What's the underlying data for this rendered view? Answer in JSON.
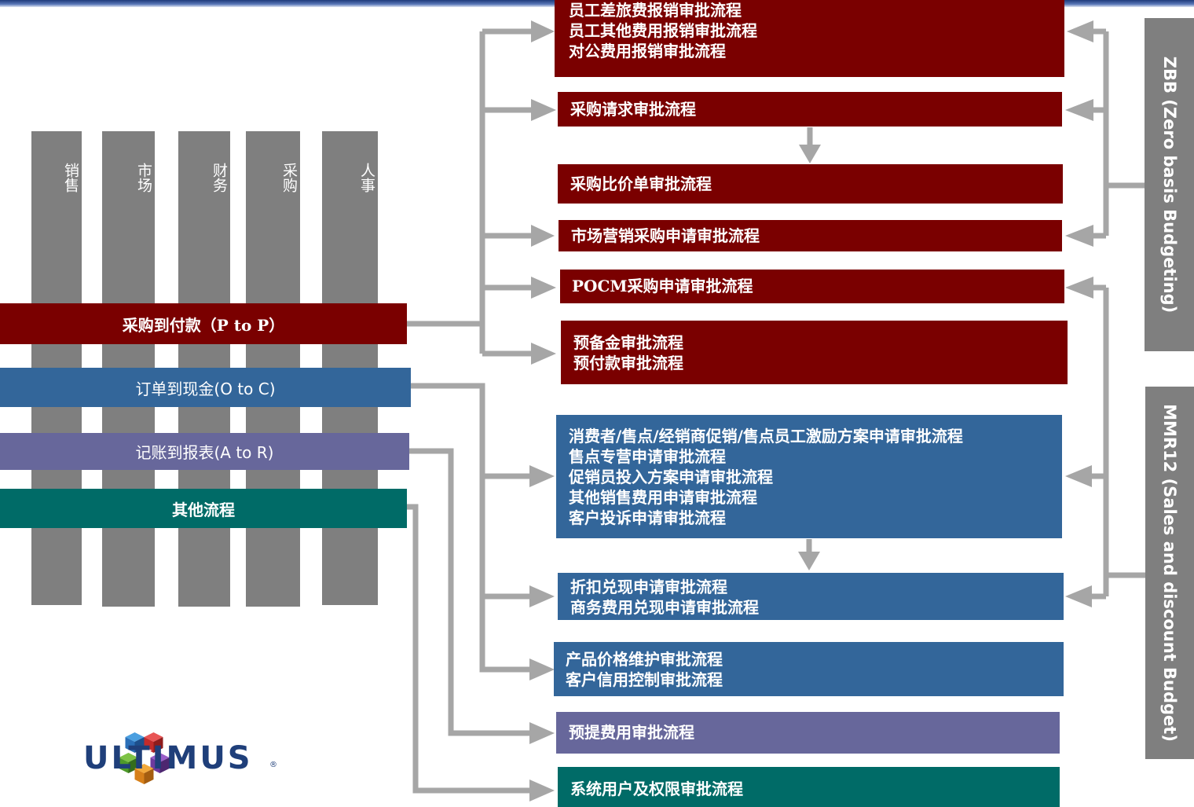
{
  "departments": [
    "销售",
    "市场",
    "财务",
    "采购",
    "人事"
  ],
  "processes": {
    "p2p": "采购到付款（P to P）",
    "o2c": "订单到现金(O to C)",
    "a2r": "记账到报表(A to R)",
    "other": "其他流程"
  },
  "boxes": {
    "b1": [
      "员工差旅费报销审批流程",
      "员工其他费用报销审批流程",
      "对公费用报销审批流程"
    ],
    "b2": [
      "采购请求审批流程"
    ],
    "b3": [
      "采购比价单审批流程"
    ],
    "b4": [
      "市场营销采购申请审批流程"
    ],
    "b5": [
      "POCM采购申请审批流程"
    ],
    "b6": [
      "预备金审批流程",
      "预付款审批流程"
    ],
    "b7": [
      "消费者/售点/经销商促销/售点员工激励方案申请审批流程",
      "售点专营申请审批流程",
      "促销员投入方案申请审批流程",
      "其他销售费用申请审批流程",
      "客户投诉申请审批流程"
    ],
    "b8": [
      "折扣兑现申请审批流程",
      "商务费用兑现申请审批流程"
    ],
    "b9": [
      "产品价格维护审批流程",
      "客户信用控制审批流程"
    ],
    "b10": [
      "预提费用审批流程"
    ],
    "b11": [
      "系统用户及权限审批流程"
    ]
  },
  "sidebars": {
    "zbb": "ZBB (Zero basis Budgeting)",
    "mmr": "MMR12 (Sales and discount Budget)"
  },
  "logo": {
    "text": "ULTIMUS",
    "reg": "®"
  },
  "colors": {
    "red": "#7a0000",
    "blue": "#33669a",
    "purple": "#67679b",
    "teal": "#006b67",
    "gray": "#7f7f7f",
    "arrow": "#a6a6a6"
  }
}
